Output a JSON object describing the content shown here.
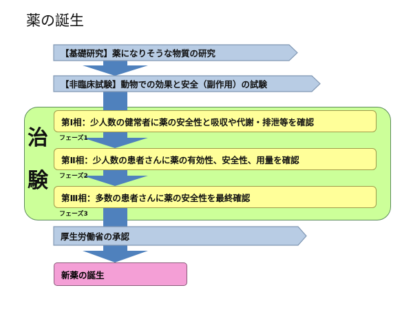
{
  "title": "薬の誕生",
  "steps": [
    {
      "label": "【基礎研究】薬になりそうな物質の研究"
    },
    {
      "label": "【非臨床試験】動物での効果と安全（副作用）の試験"
    },
    {
      "label": "厚生労働省の承認"
    },
    {
      "label": "新薬の誕生"
    }
  ],
  "trial": {
    "label_1": "治",
    "label_2": "験",
    "phases": [
      {
        "label": "第Ⅰ相：少人数の健常者に薬の安全性と吸収や代謝・排泄等を確認",
        "tag": "フェーズ1"
      },
      {
        "label": "第Ⅱ相：少人数の患者さんに薬の有効性、安全性、用量を確認",
        "tag": "フェーズ2"
      },
      {
        "label": "第Ⅲ相：多数の患者さんに薬の安全性を最終確認",
        "tag": "フェーズ3"
      }
    ]
  },
  "colors": {
    "arrow": "#4f81bd",
    "step": "#b8cce4",
    "phase": "#ffff99",
    "trial": "#ccff99",
    "final": "#f49fd6"
  }
}
